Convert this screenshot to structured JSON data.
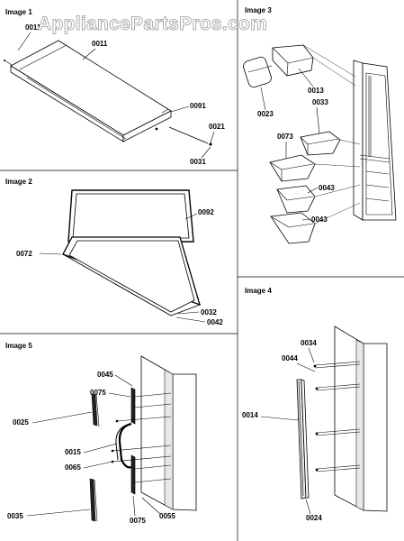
{
  "watermark": "AppliancePartsPros.com",
  "panels": {
    "image1": {
      "title": "Image 1",
      "labels": {
        "p1": "0011",
        "p2": "0011",
        "p3": "0091",
        "p4": "0021",
        "p5": "0031"
      }
    },
    "image2": {
      "title": "Image 2",
      "labels": {
        "p1": "0092",
        "p2": "0072",
        "p3": "0032",
        "p4": "0042"
      }
    },
    "image3": {
      "title": "Image 3",
      "labels": {
        "p1": "0013",
        "p2": "0023",
        "p3": "0033",
        "p4": "0073",
        "p5": "0043",
        "p6": "0043"
      }
    },
    "image4": {
      "title": "Image 4",
      "labels": {
        "p1": "0034",
        "p2": "0044",
        "p3": "0014",
        "p4": "0024"
      }
    },
    "image5": {
      "title": "Image 5",
      "labels": {
        "p1": "0045",
        "p2": "0075",
        "p3": "0025",
        "p4": "0015",
        "p5": "0065",
        "p6": "0035",
        "p7": "0075",
        "p8": "0055"
      }
    }
  }
}
